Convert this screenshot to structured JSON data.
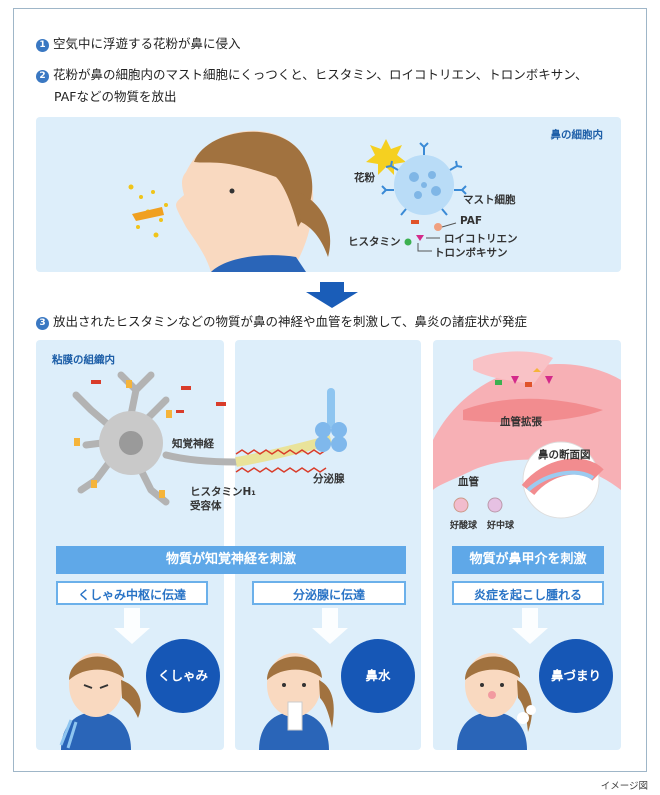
{
  "steps": {
    "s1_num": "1",
    "s1": "空気中に浮遊する花粉が鼻に侵入",
    "s2_num": "2",
    "s2_line1": "花粉が鼻の細胞内のマスト細胞にくっつくと、ヒスタミン、ロイコトリエン、トロンボキサン、",
    "s2_line2": "PAFなどの物質を放出",
    "s3_num": "3",
    "s3": "放出されたヒスタミンなどの物質が鼻の神経や血管を刺激して、鼻炎の諸症状が発症"
  },
  "top_panel": {
    "title": "鼻の細胞内",
    "pollen": "花粉",
    "mast_cell": "マスト細胞",
    "paf": "PAF",
    "histamine": "ヒスタミン",
    "leukotriene": "ロイコトリエン",
    "thromboxane": "トロンボキサン"
  },
  "left_panel": {
    "title": "粘膜の組織内",
    "sensory_nerve": "知覚神経",
    "receptor_line1": "ヒスタミンH₁",
    "receptor_line2": "受容体",
    "gland": "分泌腺",
    "bar": "物質が知覚神経を刺激",
    "box1": "くしゃみ中枢に伝達",
    "box2": "分泌腺に伝達",
    "circle1": "くしゃみ",
    "circle2": "鼻水"
  },
  "right_panel": {
    "vasodilation": "血管拡張",
    "blood_vessel": "血管",
    "cross_section": "鼻の断面図",
    "eosinophil": "好酸球",
    "neutrophil": "好中球",
    "bar": "物質が鼻甲介を刺激",
    "box": "炎症を起こし腫れる",
    "circle": "鼻づまり"
  },
  "caption": "イメージ図",
  "colors": {
    "panel_bg": "#ddeefa",
    "bar": "#5fa8e8",
    "circle": "#1657b6",
    "accent_blue": "#3a78c2"
  }
}
